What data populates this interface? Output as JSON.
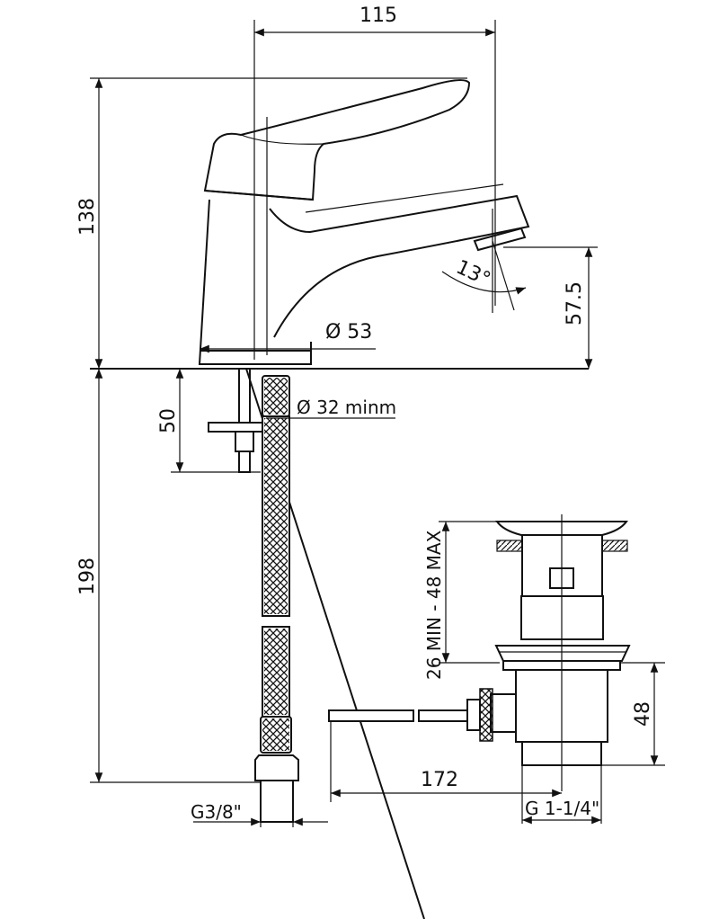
{
  "dimensions": {
    "width_115": "115",
    "height_138": "138",
    "height_198": "198",
    "angle_13": "13°",
    "height_57_5": "57.5",
    "diameter_53": "Ø 53",
    "hole_32": "Ø 32 minm",
    "depth_50": "50",
    "range_26_48": "26 MIN - 48 MAX",
    "height_48": "48",
    "length_172": "172",
    "thread_g38": "G3/8\"",
    "thread_g114": "G 1-1/4\""
  }
}
